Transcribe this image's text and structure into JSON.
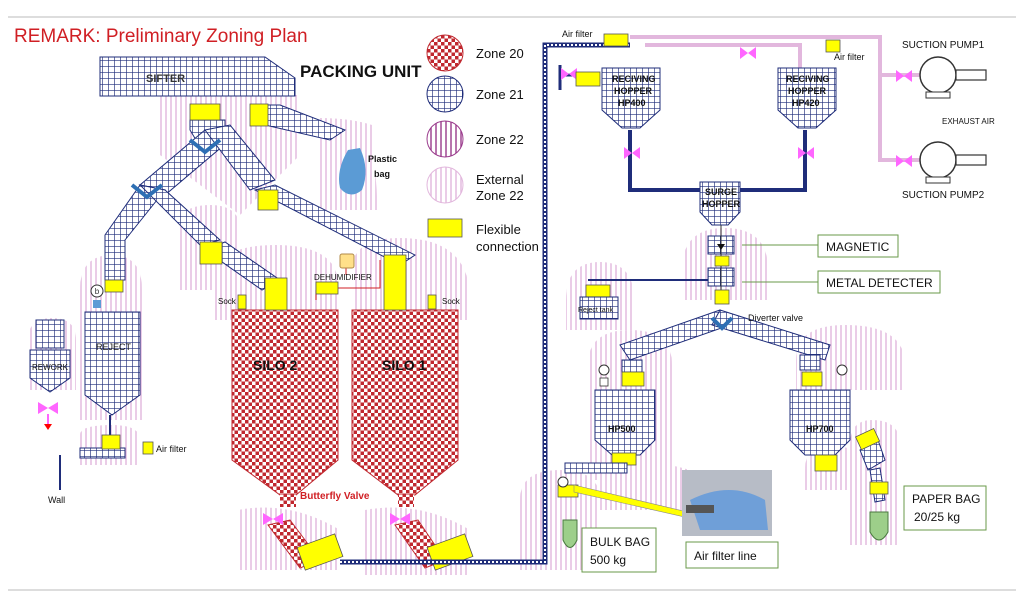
{
  "title": "REMARK: Preliminary Zoning Plan",
  "unit_title": "PACKING UNIT",
  "legend": [
    {
      "key": "zone20",
      "label": "Zone 20"
    },
    {
      "key": "zone21",
      "label": "Zone 21"
    },
    {
      "key": "zone22",
      "label": "Zone 22"
    },
    {
      "key": "ext1",
      "label": "External"
    },
    {
      "key": "ext2",
      "label": "Zone 22"
    },
    {
      "key": "flex1",
      "label": "Flexible"
    },
    {
      "key": "flex2",
      "label": "connection"
    }
  ],
  "labels": {
    "sifter": "SIFTER",
    "plastic1": "Plastic",
    "plastic2": "bag",
    "silo2": "SILO 2",
    "silo1": "SILO 1",
    "dehumidifier": "DEHUMIDIFIER",
    "sock_left": "Sock",
    "sock_right": "Sock",
    "reject": "REJECT",
    "rework": "REWORK",
    "air_filter_left": "Air filter",
    "wall": "Wall",
    "butterfly": "Butterfly Valve",
    "air_filter_top": "Air filter",
    "air_filter_right": "Air filter",
    "hp400_a": "RECIVING",
    "hp400_b": "HOPPER",
    "hp400_c": "HP400",
    "hp420_a": "RECIVING",
    "hp420_b": "HOPPER",
    "hp420_c": "HP420",
    "surge_a": "SURGE",
    "surge_b": "HOPPER",
    "pump1": "SUCTION PUMP1",
    "exhaust": "EXHAUST AIR",
    "pump2": "SUCTION PUMP2",
    "magnetic": "MAGNETIC",
    "metal": "METAL DETECTER",
    "reject_tank": "Reject tank",
    "diverter": "Diverter valve",
    "hp500": "HP500",
    "hp700": "HP700",
    "bulk1": "BULK BAG",
    "bulk2": "500 kg",
    "airline": "Air filter line",
    "paper1": "PAPER BAG",
    "paper2": "20/25 kg"
  },
  "colors": {
    "zone20": "#c0282f",
    "zone21": "#1f2d7a",
    "zone22": "#9a3a8c",
    "flexible": "#ffff00",
    "title": "#d01f24",
    "pipe": "#1f2d7a",
    "valve": "#ff66ff",
    "bag": "#9dcf8a",
    "plastic": "#5b9bd5"
  }
}
